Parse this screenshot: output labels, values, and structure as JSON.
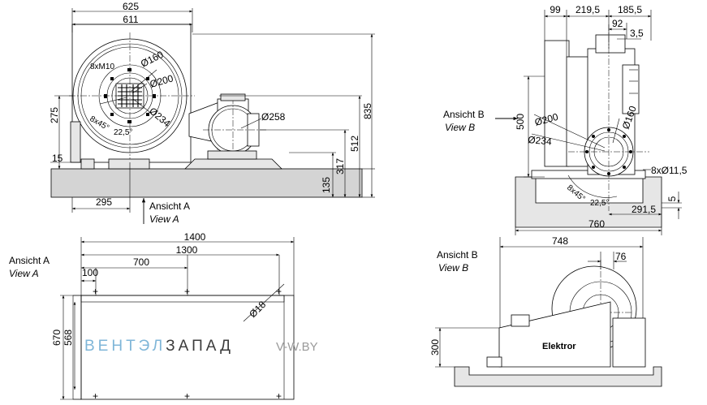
{
  "views": {
    "side": {
      "dims": {
        "width_overall": "625",
        "width_housing": "611",
        "height_outlet": "275",
        "offset_15": "15",
        "horizontal_295": "295",
        "height_835": "835",
        "height_512": "512",
        "height_317": "317",
        "height_135": "135"
      },
      "labels": {
        "bolts": "8xM10",
        "d160": "Ø160",
        "d200": "Ø200",
        "d234": "Ø234",
        "angles": "8x45°",
        "angle_22": "22,5°",
        "d258": "Ø258"
      },
      "arrow_label_de": "Ansicht A",
      "arrow_label_en": "View A"
    },
    "front": {
      "dims": {
        "d99": "99",
        "d219": "219,5",
        "d185": "185,5",
        "d92": "92",
        "d35": "3,5",
        "h500": "500",
        "holes": "8xØ11,5",
        "d5": "5",
        "d291": "291,5",
        "w760": "760"
      },
      "labels": {
        "d200": "Ø200",
        "d234": "Ø234",
        "d160": "Ø160",
        "angles": "8x45°",
        "angle_22": "22,5°"
      },
      "arrow_label_de": "Ansicht B",
      "arrow_label_en": "View B"
    },
    "plan": {
      "title_de": "Ansicht A",
      "title_en": "View A",
      "dims": {
        "w1400": "1400",
        "w1300": "1300",
        "w700": "700",
        "w100": "100",
        "h670": "670",
        "h568": "568",
        "hole": "Ø18"
      }
    },
    "viewb": {
      "title_de": "Ansicht B",
      "title_en": "View B",
      "dims": {
        "w748": "748",
        "w76": "76",
        "h300": "300"
      },
      "brand": "Elektror"
    }
  },
  "watermark": {
    "brand_blue": "ВЕНТЭЛ",
    "brand_dark": "ЗАПАД",
    "site": "V-W.BY",
    "color_blue": "#7fb6d8",
    "color_dark": "#3c3c3c"
  }
}
